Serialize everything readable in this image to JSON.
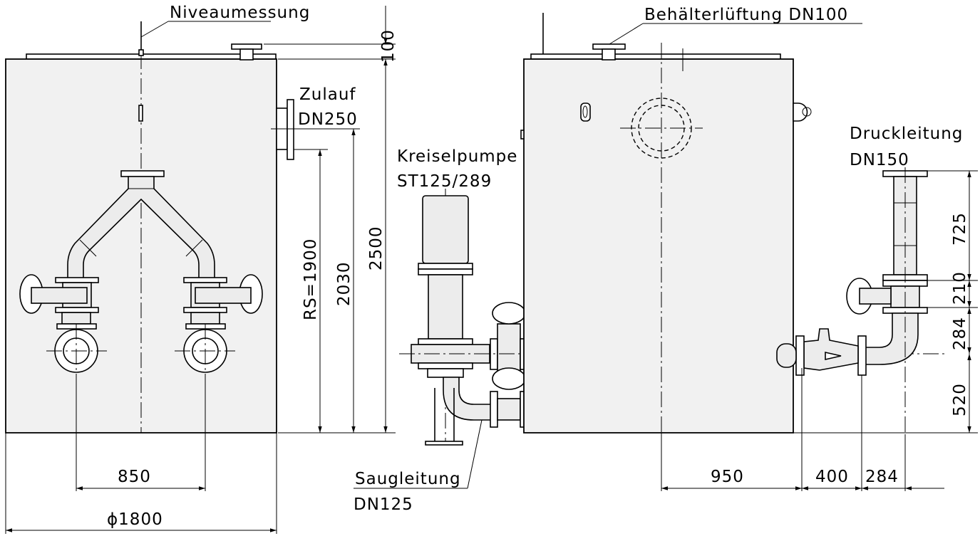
{
  "labels": {
    "niveaumessung": "Niveaumessung",
    "behaelterlueftung": "Behälterlüftung DN100",
    "zulauf_line1": "Zulauf",
    "zulauf_line2": "DN250",
    "kreiselpumpe_line1": "Kreiselpumpe",
    "kreiselpumpe_line2": "ST125/289",
    "druckleitung_line1": "Druckleitung",
    "druckleitung_line2": "DN150",
    "saugleitung_line1": "Saugleitung",
    "saugleitung_line2": "DN125"
  },
  "dimensions": {
    "top_100": "100",
    "height_2500": "2500",
    "height_2030": "2030",
    "rs_1900": "RS=1900",
    "width_850": "850",
    "diameter_1800": "ϕ1800",
    "width_950": "950",
    "width_400": "400",
    "width_284": "284",
    "right_725": "725",
    "right_210": "210",
    "right_284": "284",
    "right_520": "520"
  },
  "colors": {
    "line": "#000000",
    "tank_fill": "#f1f1f1",
    "pipe_fill": "#ececec",
    "background": "#ffffff"
  }
}
